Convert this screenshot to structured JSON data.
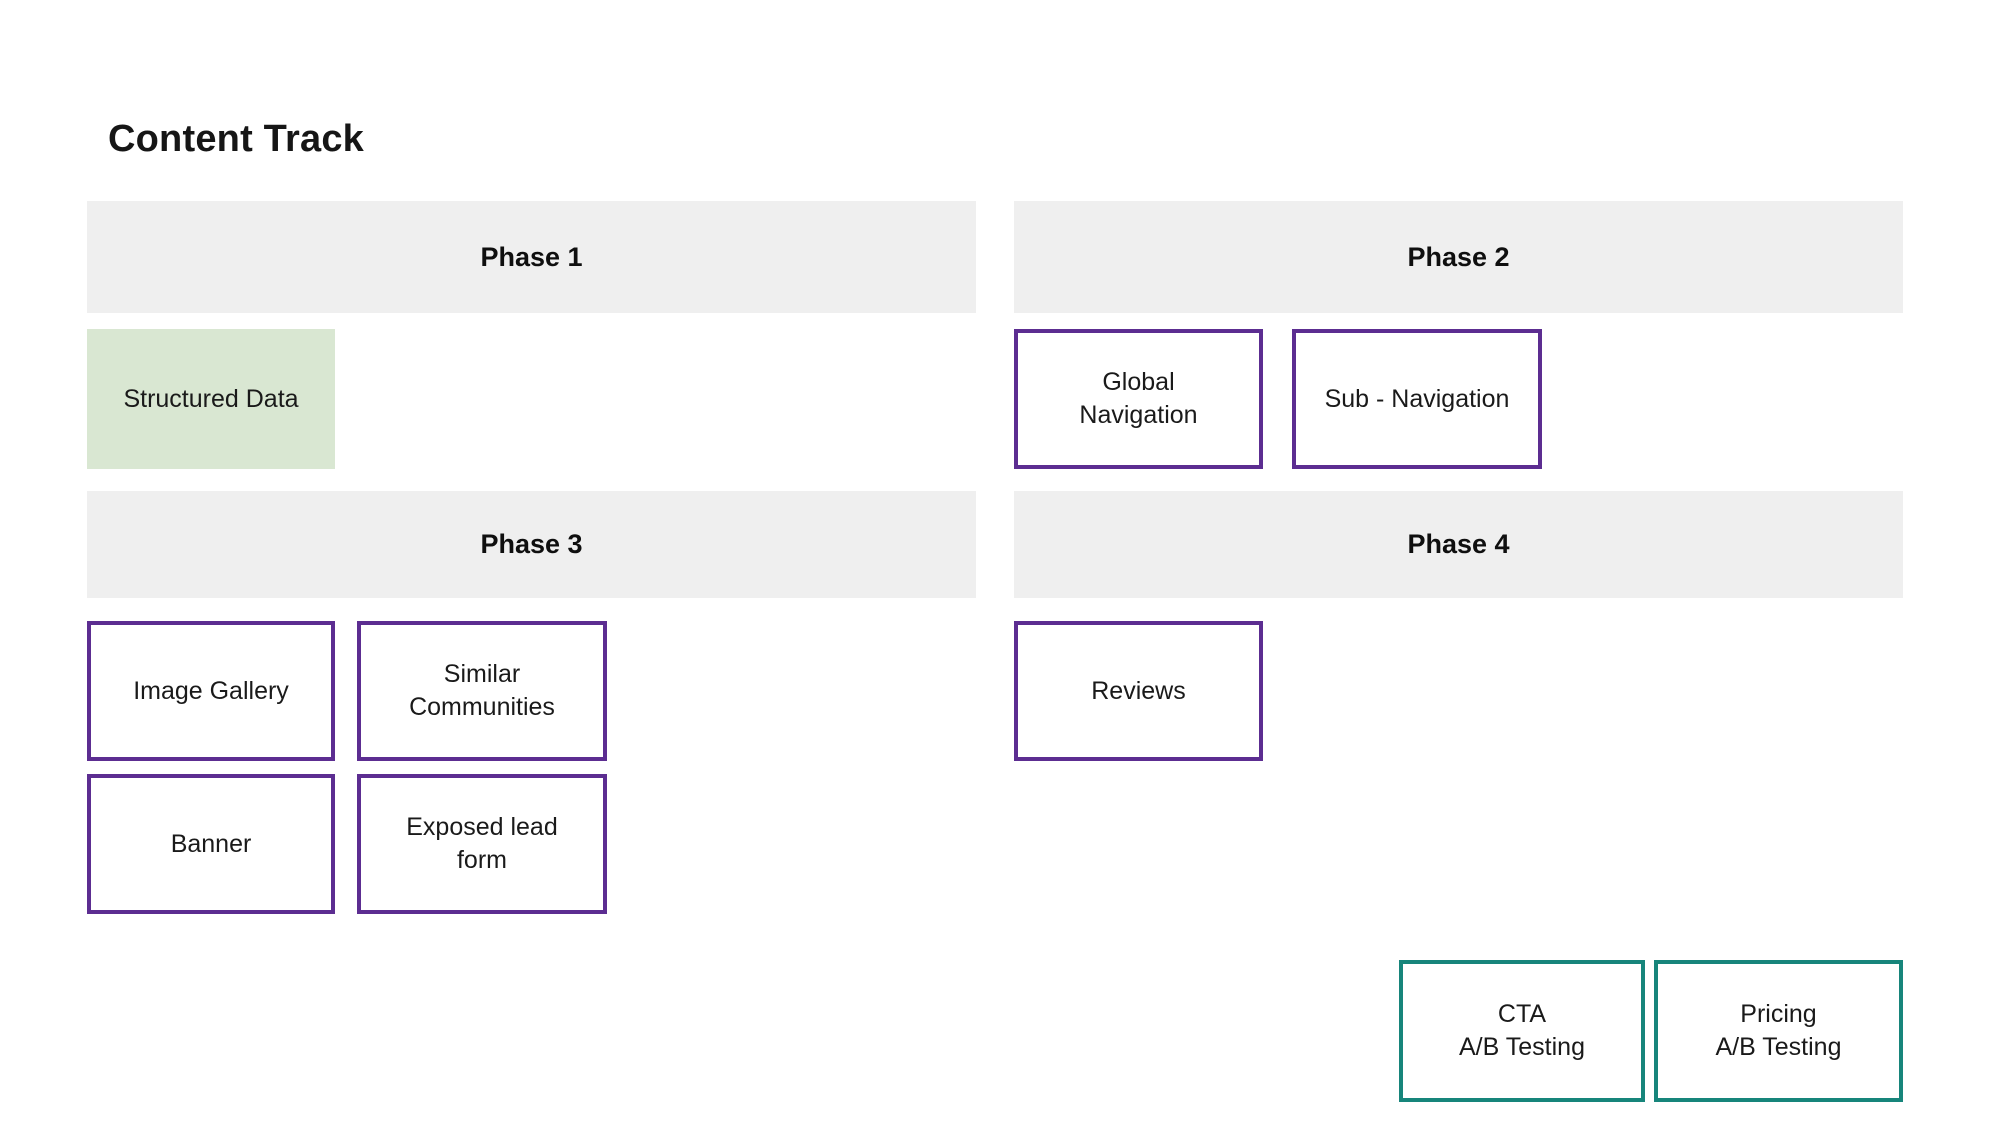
{
  "title": "Content Track",
  "colors": {
    "band_bg": "#efefef",
    "green_fill": "#d9e7d2",
    "purple_border": "#5c2d91",
    "teal_border": "#17857b",
    "text": "#1a1a1a"
  },
  "phases": [
    {
      "label": "Phase 1"
    },
    {
      "label": "Phase 2"
    },
    {
      "label": "Phase 3"
    },
    {
      "label": "Phase 4"
    }
  ],
  "cards": [
    {
      "name": "structured-data",
      "label": "Structured Data",
      "style": "green-filled"
    },
    {
      "name": "global-navigation",
      "label": "Global\nNavigation",
      "style": "purple-outline"
    },
    {
      "name": "sub-navigation",
      "label": "Sub - Navigation",
      "style": "purple-outline"
    },
    {
      "name": "image-gallery",
      "label": "Image Gallery",
      "style": "purple-outline"
    },
    {
      "name": "similar-communities",
      "label": "Similar\nCommunities",
      "style": "purple-outline"
    },
    {
      "name": "banner",
      "label": "Banner",
      "style": "purple-outline"
    },
    {
      "name": "exposed-lead-form",
      "label": "Exposed lead\nform",
      "style": "purple-outline"
    },
    {
      "name": "reviews",
      "label": "Reviews",
      "style": "purple-outline"
    },
    {
      "name": "cta-ab-testing",
      "label": "CTA\nA/B Testing",
      "style": "teal-outline"
    },
    {
      "name": "pricing-ab-testing",
      "label": "Pricing\nA/B Testing",
      "style": "teal-outline"
    }
  ]
}
